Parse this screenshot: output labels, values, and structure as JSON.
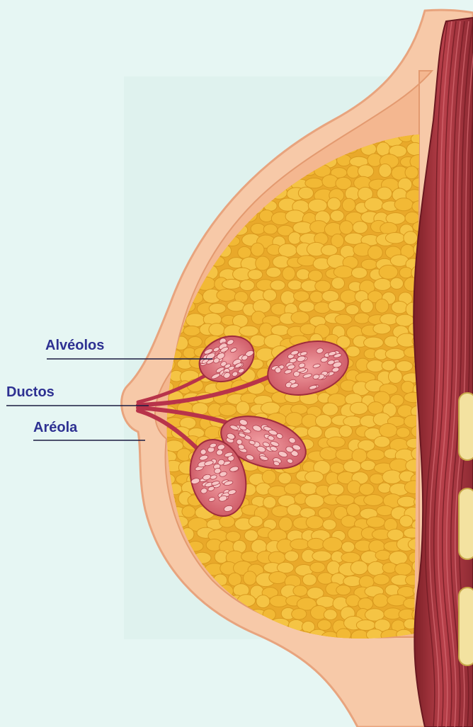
{
  "labels": {
    "alveolos": "Alvéolos",
    "ductos": "Ductos",
    "areola": "Aréola"
  },
  "colors": {
    "background": "#e6f6f3",
    "panel": "#dff2ee",
    "skin": "#f7c9a8",
    "skin_edge": "#e8a47e",
    "fat": "#f2be3c",
    "fat_dark": "#d99a1f",
    "lobule": "#e07a82",
    "duct": "#b8334a",
    "muscle": "#a8343c",
    "label_text": "#2e3192",
    "leader_line": "#1a1a40"
  }
}
